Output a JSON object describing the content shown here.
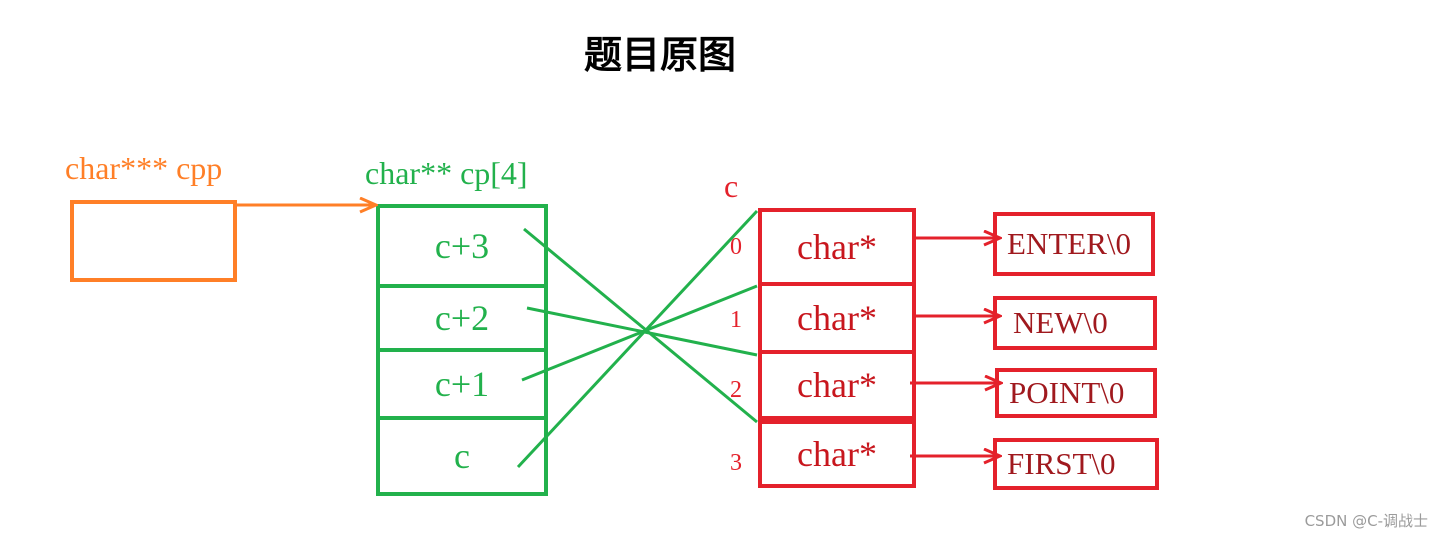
{
  "title": "题目原图",
  "cpp": {
    "label": "char*** cpp"
  },
  "cp": {
    "label": "char** cp[4]",
    "cells": [
      "c+3",
      "c+2",
      "c+1",
      "c"
    ]
  },
  "c": {
    "label": "c",
    "indices": [
      "0",
      "1",
      "2",
      "3"
    ],
    "cells": [
      "char*",
      "char*",
      "char*",
      "char*"
    ]
  },
  "strings": [
    "ENTER\\0",
    "NEW\\0",
    "POINT\\0",
    "FIRST\\0"
  ],
  "colors": {
    "orange": "#ff7f27",
    "green": "#22b14c",
    "red": "#e4212b"
  },
  "watermark": "CSDN @C-调战士"
}
